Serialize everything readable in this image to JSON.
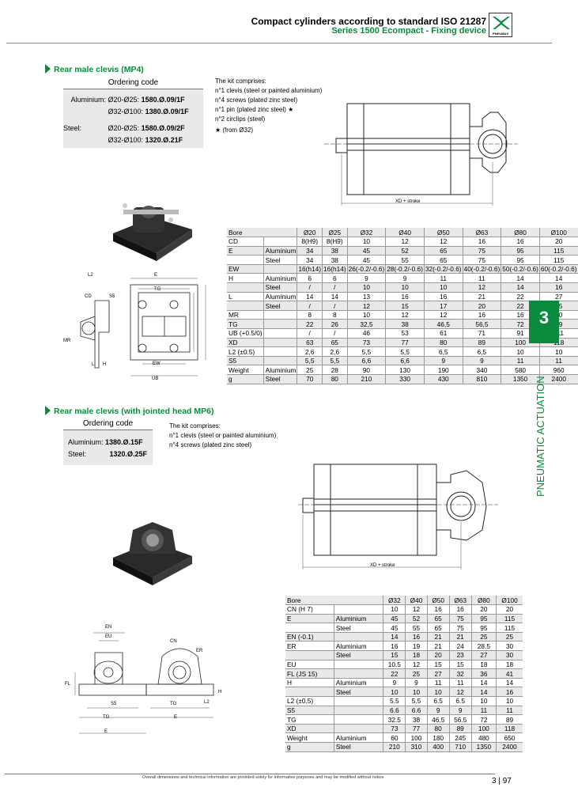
{
  "header": {
    "title": "Compact cylinders according to standard ISO 21287",
    "subtitle": "Series 1500 Ecompact - Fixing device",
    "logo_text": "PNEUMAX"
  },
  "section1": {
    "title": "Rear male clevis  (MP4)",
    "ordering": {
      "head": "Ordering code",
      "rows": [
        {
          "mat": "Aluminium:",
          "size": "Ø20-Ø25:",
          "code": "1580.Ø.09/1F"
        },
        {
          "mat": "",
          "size": "Ø32-Ø100:",
          "code": "1380.Ø.09/1F"
        },
        {
          "mat": "Steel:",
          "size": "Ø20-Ø25:",
          "code": "1580.Ø.09/2F"
        },
        {
          "mat": "",
          "size": "Ø32-Ø100:",
          "code": "1320.Ø.21F"
        }
      ]
    },
    "kit": [
      "The kit comprises:",
      "n°1 clevis (steel or painted aluminium)",
      "n°4 screws (plated zinc steel)",
      "n°1 pin (plated zinc steel) ★",
      "n°2 circlips (steel)",
      "★ (from Ø32)"
    ],
    "drawing_label": "XD + stroke",
    "dims": {
      "l2": "L2",
      "e": "E",
      "cd": "CD",
      "s5": "S5",
      "tg": "TG",
      "mr": "MR",
      "l": "L",
      "h": "H",
      "ew": "EW",
      "ub": "UB"
    },
    "table": {
      "head": [
        "Bore",
        "Ø20",
        "Ø25",
        "Ø32",
        "Ø40",
        "Ø50",
        "Ø63",
        "Ø80",
        "Ø100"
      ],
      "rows": [
        {
          "label": "CD",
          "mat": "",
          "vals": [
            "8(H9)",
            "8(H9)",
            "10",
            "12",
            "12",
            "16",
            "16",
            "20"
          ]
        },
        {
          "label": "E",
          "mat": "Aluminium",
          "vals": [
            "34",
            "38",
            "45",
            "52",
            "65",
            "75",
            "95",
            "115"
          ]
        },
        {
          "label": "",
          "mat": "Steel",
          "vals": [
            "34",
            "38",
            "45",
            "55",
            "65",
            "75",
            "95",
            "115"
          ]
        },
        {
          "label": "EW",
          "mat": "",
          "vals": [
            "16(h14)",
            "16(h14)",
            "26(-0.2/-0.6)",
            "28(-0.2/-0.6)",
            "32(-0.2/-0.6)",
            "40(-0.2/-0.6)",
            "50(-0.2/-0.6)",
            "60(-0.2/-0.6)"
          ]
        },
        {
          "label": "H",
          "mat": "Aluminium",
          "vals": [
            "6",
            "6",
            "9",
            "9",
            "11",
            "11",
            "14",
            "14"
          ]
        },
        {
          "label": "",
          "mat": "Steel",
          "vals": [
            "/",
            "/",
            "10",
            "10",
            "10",
            "12",
            "14",
            "16"
          ]
        },
        {
          "label": "L",
          "mat": "Aluminium",
          "vals": [
            "14",
            "14",
            "13",
            "16",
            "16",
            "21",
            "22",
            "27"
          ]
        },
        {
          "label": "",
          "mat": "Steel",
          "vals": [
            "/",
            "/",
            "12",
            "15",
            "17",
            "20",
            "22",
            "25"
          ]
        },
        {
          "label": "MR",
          "mat": "",
          "vals": [
            "8",
            "8",
            "10",
            "12",
            "12",
            "16",
            "16",
            "20"
          ]
        },
        {
          "label": "TG",
          "mat": "",
          "vals": [
            "22",
            "26",
            "32,5",
            "38",
            "46,5",
            "56,5",
            "72",
            "89"
          ]
        },
        {
          "label": "UB (+0.5/0)",
          "mat": "",
          "vals": [
            "/",
            "/",
            "46",
            "53",
            "61",
            "71",
            "91",
            "111"
          ]
        },
        {
          "label": "XD",
          "mat": "",
          "vals": [
            "63",
            "65",
            "73",
            "77",
            "80",
            "89",
            "100",
            "118"
          ]
        },
        {
          "label": "L2 (±0.5)",
          "mat": "",
          "vals": [
            "2,6",
            "2,6",
            "5,5",
            "5,5",
            "6,5",
            "6,5",
            "10",
            "10"
          ]
        },
        {
          "label": "S5",
          "mat": "",
          "vals": [
            "5,5",
            "5,5",
            "6,6",
            "6,6",
            "9",
            "9",
            "11",
            "11"
          ]
        },
        {
          "label": "Weight",
          "mat": "Aluminium",
          "vals": [
            "25",
            "28",
            "90",
            "130",
            "190",
            "340",
            "580",
            "960"
          ]
        },
        {
          "label": "g",
          "mat": "Steel",
          "vals": [
            "70",
            "80",
            "210",
            "330",
            "430",
            "810",
            "1350",
            "2400"
          ]
        }
      ]
    }
  },
  "section2": {
    "title": "Rear male clevis (with jointed head MP6)",
    "ordering": {
      "head": "Ordering code",
      "rows": [
        {
          "mat": "Aluminium:",
          "code": "1380.Ø.15F"
        },
        {
          "mat": "Steel:",
          "code": "1320.Ø.25F"
        }
      ]
    },
    "kit": [
      "The kit comprises:",
      "n°1 clevis (steel or painted aluminium)",
      "n°4 screws (plated zinc steel)"
    ],
    "drawing_label": "XD + stroke",
    "dims": {
      "en": "EN",
      "eu": "EU",
      "cn": "CN",
      "er": "ER",
      "fl": "FL",
      "s5": "S5",
      "tg": "TG",
      "e": "E",
      "l2": "L2",
      "h": "H",
      "tg2": "TG",
      "e2": "E"
    },
    "table": {
      "head": [
        "Bore",
        "Ø32",
        "Ø40",
        "Ø50",
        "Ø63",
        "Ø80",
        "Ø100"
      ],
      "rows": [
        {
          "label": "CN (H 7)",
          "mat": "",
          "vals": [
            "10",
            "12",
            "16",
            "16",
            "20",
            "20"
          ]
        },
        {
          "label": "E",
          "mat": "Aluminium",
          "vals": [
            "45",
            "52",
            "65",
            "75",
            "95",
            "115"
          ]
        },
        {
          "label": "",
          "mat": "Steel",
          "vals": [
            "45",
            "55",
            "65",
            "75",
            "95",
            "115"
          ]
        },
        {
          "label": "EN (-0.1)",
          "mat": "",
          "vals": [
            "14",
            "16",
            "21",
            "21",
            "25",
            "25"
          ]
        },
        {
          "label": "ER",
          "mat": "Aluminium",
          "vals": [
            "16",
            "19",
            "21",
            "24",
            "28.5",
            "30"
          ]
        },
        {
          "label": "",
          "mat": "Steel",
          "vals": [
            "15",
            "18",
            "20",
            "23",
            "27",
            "30"
          ]
        },
        {
          "label": "EU",
          "mat": "",
          "vals": [
            "10.5",
            "12",
            "15",
            "15",
            "18",
            "18"
          ]
        },
        {
          "label": "FL (JS 15)",
          "mat": "",
          "vals": [
            "22",
            "25",
            "27",
            "32",
            "36",
            "41"
          ]
        },
        {
          "label": "H",
          "mat": "Aluminium",
          "vals": [
            "9",
            "9",
            "11",
            "11",
            "14",
            "14"
          ]
        },
        {
          "label": "",
          "mat": "Steel",
          "vals": [
            "10",
            "10",
            "10",
            "12",
            "14",
            "16"
          ]
        },
        {
          "label": "L2 (±0.5)",
          "mat": "",
          "vals": [
            "5.5",
            "5.5",
            "6.5",
            "6.5",
            "10",
            "10"
          ]
        },
        {
          "label": "S5",
          "mat": "",
          "vals": [
            "6.6",
            "6.6",
            "9",
            "9",
            "11",
            "11"
          ]
        },
        {
          "label": "TG",
          "mat": "",
          "vals": [
            "32.5",
            "38",
            "46.5",
            "56.5",
            "72",
            "89"
          ]
        },
        {
          "label": "XD",
          "mat": "",
          "vals": [
            "73",
            "77",
            "80",
            "89",
            "100",
            "118"
          ]
        },
        {
          "label": "Weight",
          "mat": "Aluminium",
          "vals": [
            "60",
            "100",
            "180",
            "245",
            "480",
            "650"
          ]
        },
        {
          "label": "g",
          "mat": "Steel",
          "vals": [
            "210",
            "310",
            "400",
            "710",
            "1350",
            "2400"
          ]
        }
      ]
    }
  },
  "side": {
    "number": "3",
    "label": "PNEUMATIC ACTUATION"
  },
  "footer": {
    "note": "Overall dimensions and technical information are provided solely for informative purposes and may be modified without notice",
    "chapter": "3",
    "page": "97"
  },
  "colors": {
    "accent": "#0a8a3c",
    "shade": "#e9e9e9"
  }
}
